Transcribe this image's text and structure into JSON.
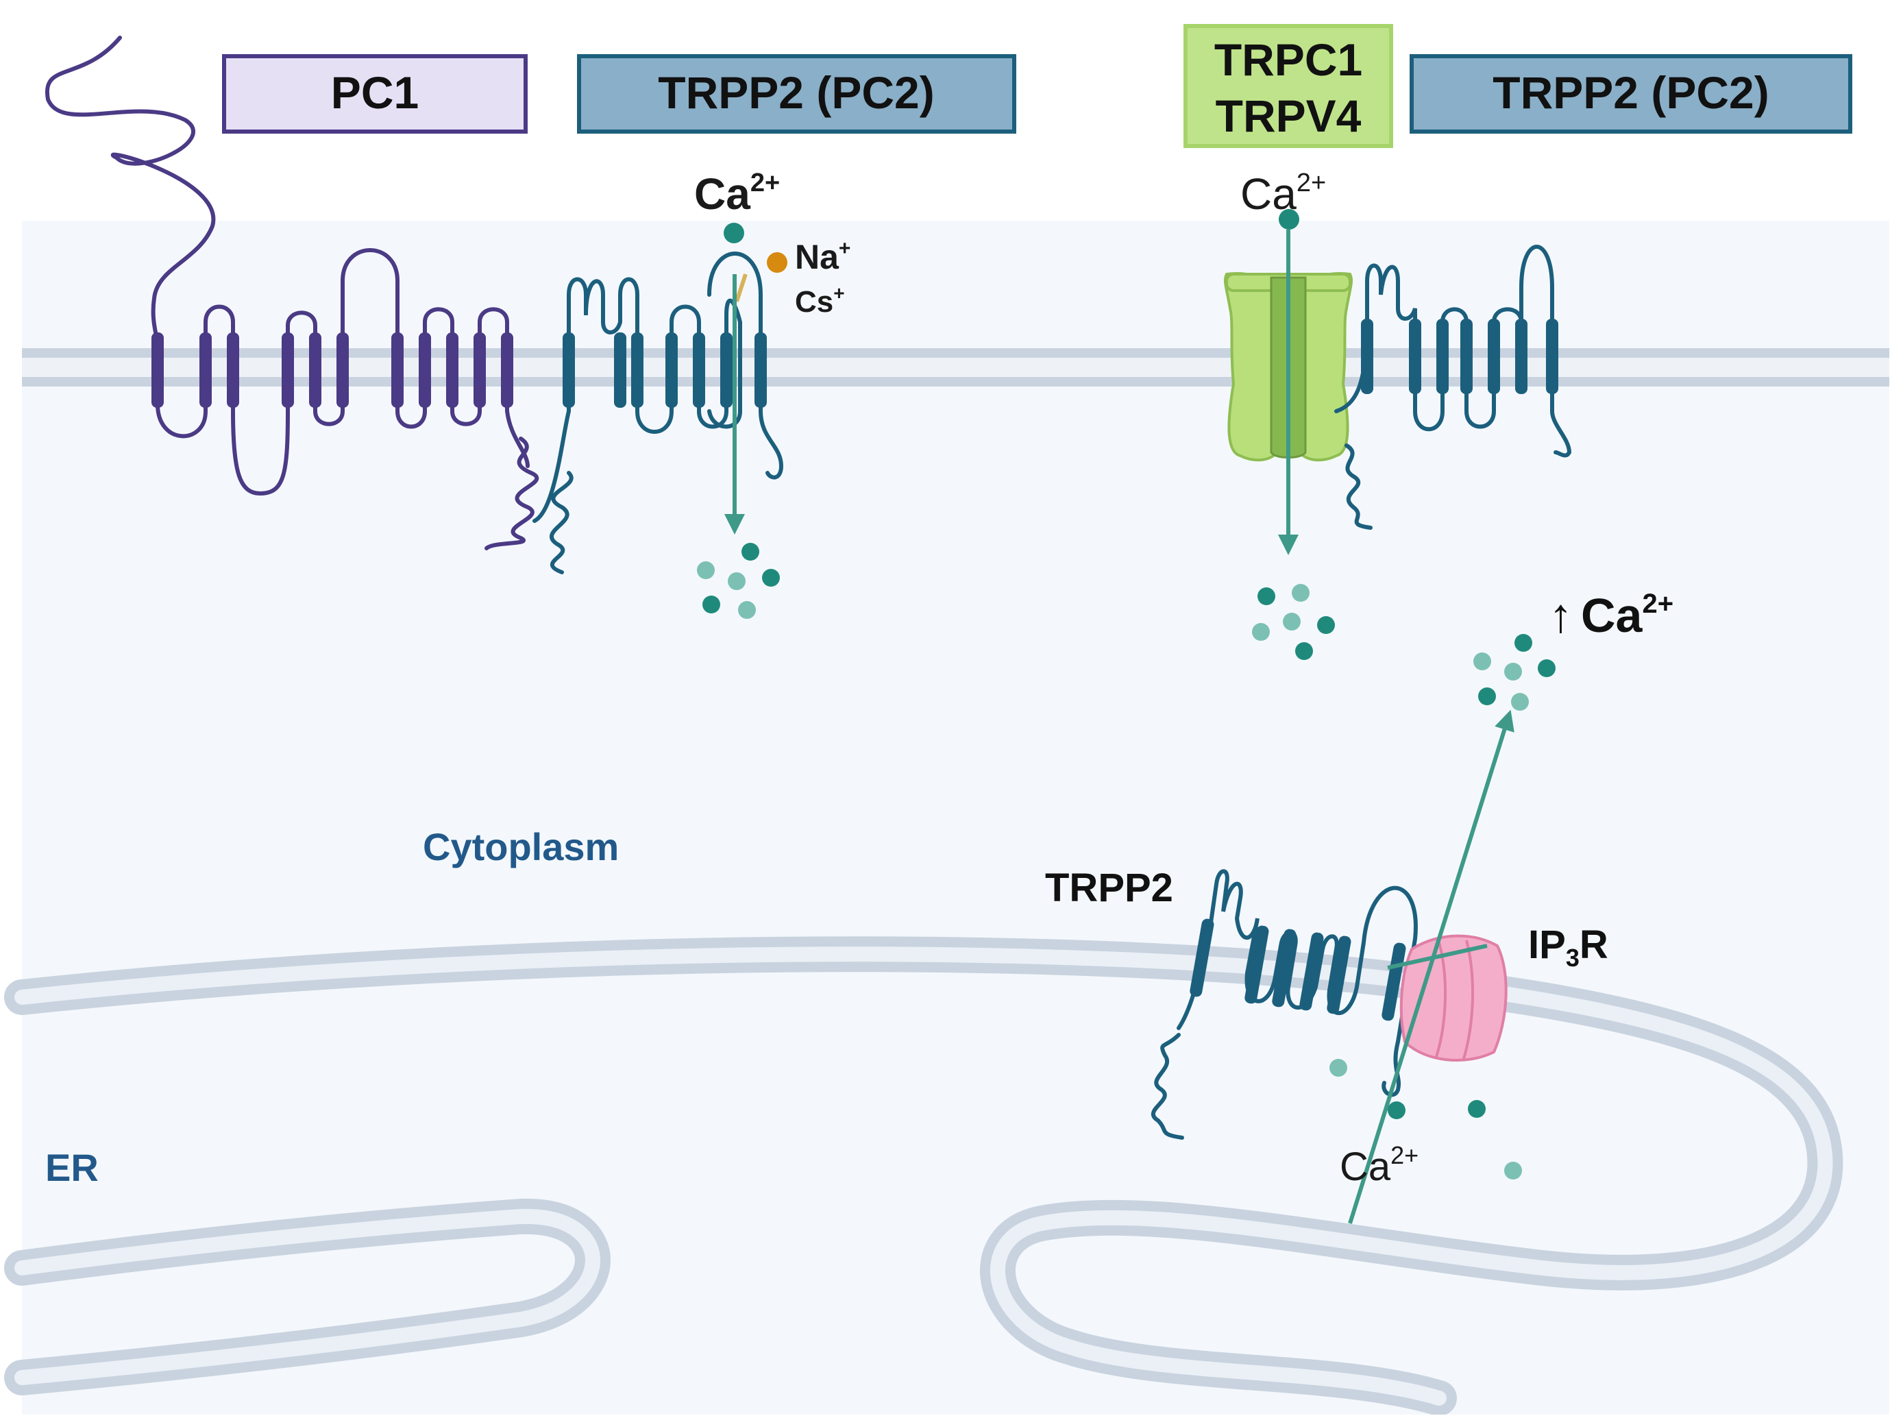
{
  "labels": {
    "pc1": "PC1",
    "trpp2_pc2_left": "TRPP2 (PC2)",
    "trpc1": "TRPC1",
    "trpv4": "TRPV4",
    "trpp2_pc2_right": "TRPP2 (PC2)",
    "ca_main": "Ca",
    "ca_main_sup": "2+",
    "na": "Na",
    "na_sup": "+",
    "cs": "Cs",
    "cs_sup": "+",
    "ca_trpc": "Ca",
    "ca_trpc_sup": "2+",
    "up_arrow": "↑",
    "ca_up": "Ca",
    "ca_up_sup": "2+",
    "cytoplasm": "Cytoplasm",
    "trpp2_er": "TRPP2",
    "ip3r_pre": "IP",
    "ip3r_sub": "3",
    "ip3r_post": "R",
    "er": "ER",
    "ca_er": "Ca",
    "ca_er_sup": "2+"
  },
  "colors": {
    "pc1": "#4b3a85",
    "pc1_box_fill": "#e6e0f5",
    "pc2": "#1c5f7d",
    "pc2_box_fill": "#8aafc8",
    "trpc_fill": "#b8df7a",
    "trpc_box_fill": "#bfe38a",
    "ca_ion": "#1f8a7c",
    "ca_ion_light": "#7cc0b4",
    "na_ion": "#d68a10",
    "arrow": "#3e9988",
    "membrane": "#c9d3df",
    "cytoplasm_bg": "#f4f8fc",
    "ip3r": "#f4aec9",
    "label_blue": "#22598a"
  }
}
